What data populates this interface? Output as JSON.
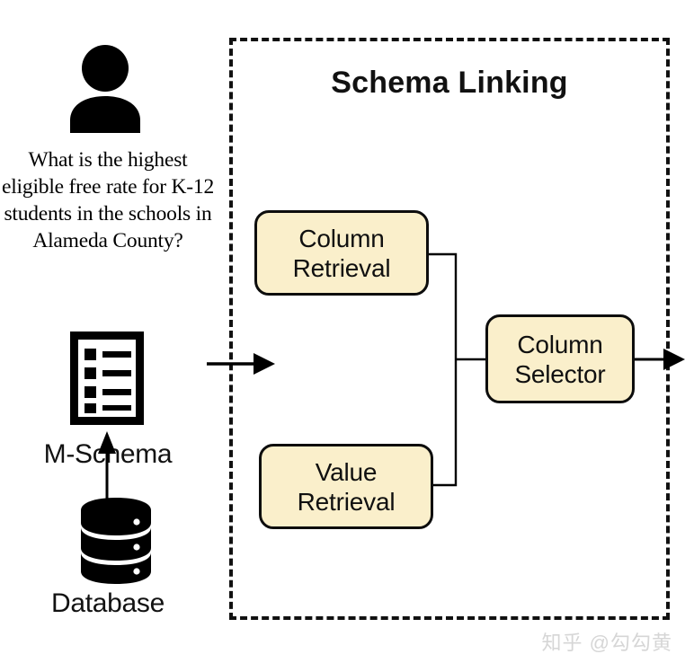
{
  "figure": {
    "panel_title": "Schema Linking",
    "background": "#ffffff",
    "box_fill": "#FAEFCB",
    "box_stroke": "#0d0d0d",
    "dashed_stroke": "#111111"
  },
  "input": {
    "user_icon": "person-icon",
    "question": "What is the highest eligible free rate for K-12 students in the schools in Alameda County?",
    "schema_icon": "document-list-icon",
    "schema_label": "M-Schema",
    "database_icon": "database-cylinder-icon",
    "database_label": "Database"
  },
  "pipeline": {
    "boxes": [
      {
        "id": "column-retrieval",
        "line1": "Column",
        "line2": "Retrieval"
      },
      {
        "id": "value-retrieval",
        "line1": "Value",
        "line2": "Retrieval"
      },
      {
        "id": "column-selector",
        "line1": "Column",
        "line2": "Selector"
      }
    ]
  },
  "watermark": {
    "text": "知乎 @勾勾黄"
  }
}
